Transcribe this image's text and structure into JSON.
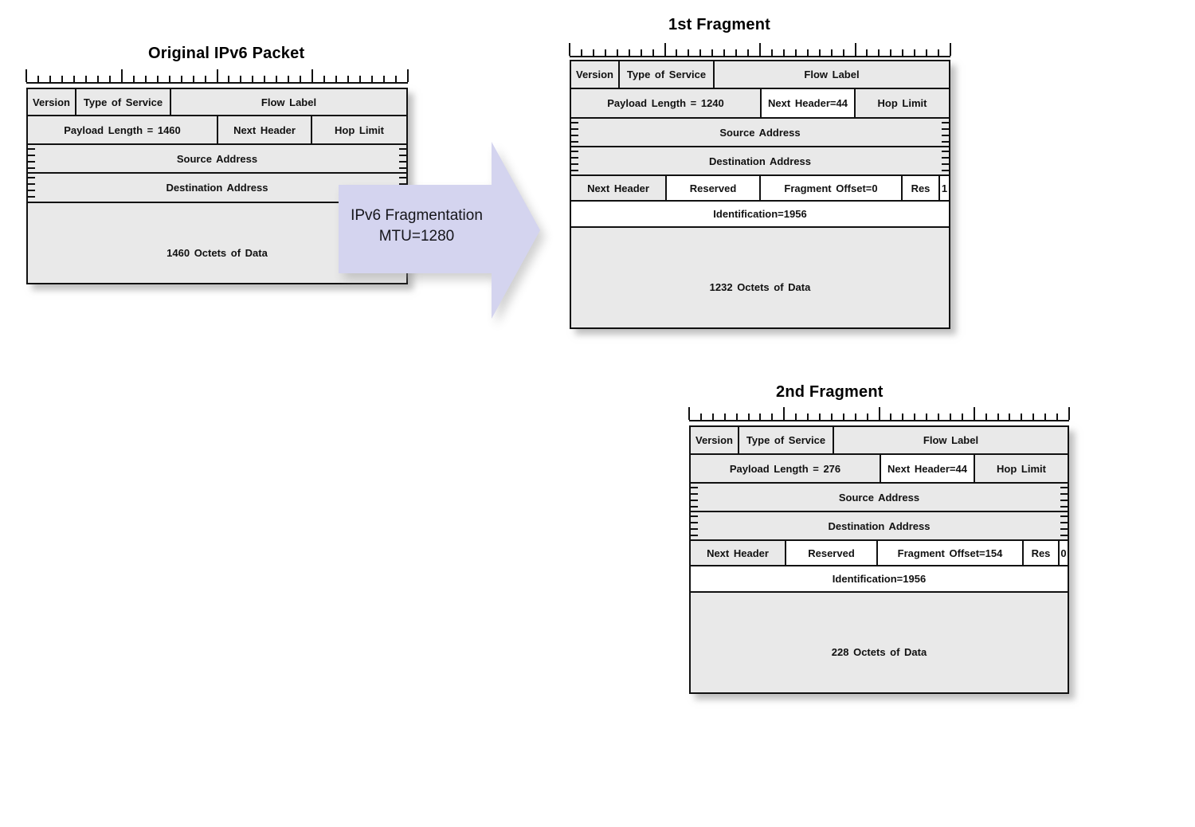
{
  "arrow": {
    "line1": "IPv6 Fragmentation",
    "line2": "MTU=1280"
  },
  "colors": {
    "cell_gray": "#e9e9e9",
    "highlight_white": "#ffffff",
    "border": "#111111",
    "arrow_fill": "#d4d4ef"
  },
  "packets": [
    {
      "title": "Original IPv6 Packet",
      "version": "Version",
      "type_of_service": "Type of Service",
      "flow_label": "Flow Label",
      "payload_length": "Payload Length = 1460",
      "next_header": "Next Header",
      "hop_limit": "Hop Limit",
      "source_address": "Source Address",
      "destination_address": "Destination Address",
      "data": "1460 Octets of Data"
    },
    {
      "title": "1st Fragment",
      "version": "Version",
      "type_of_service": "Type of Service",
      "flow_label": "Flow Label",
      "payload_length": "Payload Length = 1240",
      "next_header": "Next Header=44",
      "hop_limit": "Hop Limit",
      "source_address": "Source Address",
      "destination_address": "Destination Address",
      "frag_next_header": "Next Header",
      "frag_reserved": "Reserved",
      "frag_offset": "Fragment Offset=0",
      "frag_res": "Res",
      "frag_m": "1",
      "identification": "Identification=1956",
      "data": "1232 Octets of Data"
    },
    {
      "title": "2nd Fragment",
      "version": "Version",
      "type_of_service": "Type of Service",
      "flow_label": "Flow Label",
      "payload_length": "Payload Length = 276",
      "next_header": "Next Header=44",
      "hop_limit": "Hop Limit",
      "source_address": "Source Address",
      "destination_address": "Destination Address",
      "frag_next_header": "Next Header",
      "frag_reserved": "Reserved",
      "frag_offset": "Fragment Offset=154",
      "frag_res": "Res",
      "frag_m": "0",
      "identification": "Identification=1956",
      "data": "228 Octets of Data"
    }
  ]
}
